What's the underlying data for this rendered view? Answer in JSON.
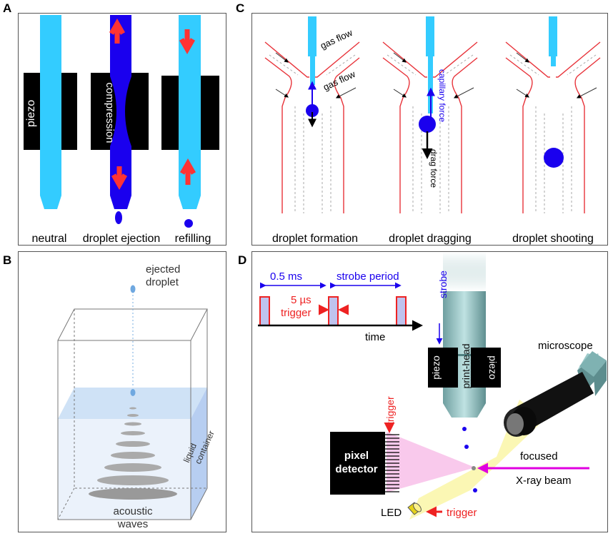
{
  "panels": {
    "a": {
      "label": "A",
      "piezo": "piezo",
      "compression": "compression",
      "captions": [
        "neutral",
        "droplet ejection",
        "refilling"
      ]
    },
    "b": {
      "label": "B",
      "ejected_line1": "ejected",
      "ejected_line2": "droplet",
      "liquid_line1": "liquid",
      "liquid_line2": "container",
      "acoustic_line1": "acoustic",
      "acoustic_line2": "waves"
    },
    "c": {
      "label": "C",
      "gas_flow_1": "gas flow",
      "gas_flow_2": "gas flow",
      "capillary_force": "capillary force",
      "drag_force": "drag force",
      "captions": [
        "droplet formation",
        "droplet dragging",
        "droplet shooting"
      ]
    },
    "d": {
      "label": "D",
      "period": "0.5 ms",
      "strobe_period": "strobe period",
      "pulse_width": "5 µs",
      "trigger_timing": "trigger",
      "time": "time",
      "strobe": "strobe",
      "print_head": "print-head",
      "piezo_left": "piezo",
      "piezo_right": "piezo",
      "microscope": "microscope",
      "trigger_detector": "trigger",
      "detector_line1": "pixel",
      "detector_line2": "detector",
      "focused": "focused",
      "xray_beam": "X-ray beam",
      "led": "LED",
      "trigger_led": "trigger"
    }
  },
  "colors": {
    "light_blue": "#33ccff",
    "dark_blue": "#1a00ee",
    "red": "#ff3333",
    "black": "#000000",
    "yellow_beam": "#fbf7b0",
    "pink_cone": "#f9c9ec",
    "magenta": "#e000e0",
    "teal": "#7fb2b2"
  }
}
